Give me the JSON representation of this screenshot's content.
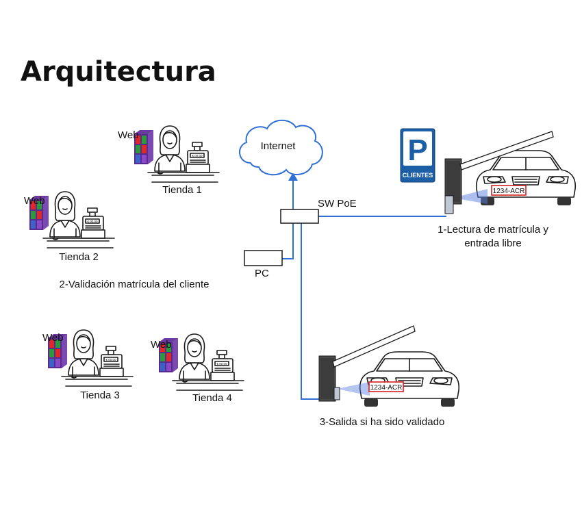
{
  "title": "Arquitectura",
  "network": {
    "cloud_label": "Internet",
    "switch_label": "SW PoE",
    "pc_label": "PC"
  },
  "stores": [
    {
      "web_label": "Web",
      "name": "Tienda 1",
      "register_display": "€ 00.00"
    },
    {
      "web_label": "Web",
      "name": "Tienda 2",
      "register_display": "€ 00.00"
    },
    {
      "web_label": "Web",
      "name": "Tienda 3",
      "register_display": "€ 00.00"
    },
    {
      "web_label": "Web",
      "name": "Tienda 4",
      "register_display": "€ 00.00"
    }
  ],
  "steps": {
    "entry": {
      "line1": "1-Lectura de matrícula y",
      "line2": "entrada libre",
      "plate": "1234-ACR"
    },
    "validation": "2-Validación matrícula del cliente",
    "exit": {
      "line1": "3-Salida si ha sido validado",
      "plate": "1234-ACR"
    }
  },
  "parking_sign": {
    "letter": "P",
    "caption": "CLIENTES"
  },
  "colors": {
    "wire": "#2f6fd6",
    "sign": "#1d5fa7",
    "plate_border": "#d42020",
    "camera_glow": "#5a7fe0"
  }
}
